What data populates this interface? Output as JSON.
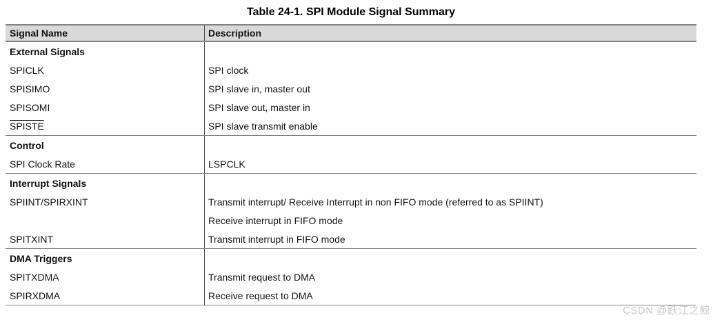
{
  "page": {
    "title": "Table 24-1. SPI Module Signal Summary",
    "watermark": "CSDN @跃江之鲸"
  },
  "table": {
    "columns": [
      "Signal Name",
      "Description"
    ],
    "sections": [
      {
        "header": "External Signals",
        "rows": [
          {
            "signal": "SPICLK",
            "overline": false,
            "desc": "SPI clock"
          },
          {
            "signal": "SPISIMO",
            "overline": false,
            "desc": "SPI slave in, master out"
          },
          {
            "signal": "SPISOMI",
            "overline": false,
            "desc": "SPI slave out, master in"
          },
          {
            "signal": "SPISTE",
            "overline": true,
            "desc": "SPI slave transmit enable"
          }
        ]
      },
      {
        "header": "Control",
        "rows": [
          {
            "signal": "SPI Clock Rate",
            "overline": false,
            "desc": "LSPCLK"
          }
        ]
      },
      {
        "header": "Interrupt Signals",
        "rows": [
          {
            "signal": "SPIINT/SPIRXINT",
            "overline": false,
            "desc": "Transmit interrupt/ Receive Interrupt in non FIFO mode (referred to as SPIINT)"
          },
          {
            "signal": "",
            "overline": false,
            "desc": "Receive interrupt in FIFO mode"
          },
          {
            "signal": "SPITXINT",
            "overline": false,
            "desc": "Transmit interrupt in FIFO mode"
          }
        ]
      },
      {
        "header": "DMA Triggers",
        "rows": [
          {
            "signal": "SPITXDMA",
            "overline": false,
            "desc": "Transmit request to DMA"
          },
          {
            "signal": "SPIRXDMA",
            "overline": false,
            "desc": "Receive request to DMA"
          }
        ]
      }
    ],
    "colors": {
      "header_bg": "#d9d9d9",
      "border": "#828282",
      "column_divider": "#4a4a4a",
      "text": "#121212",
      "watermark": "#c9c9c9"
    }
  }
}
